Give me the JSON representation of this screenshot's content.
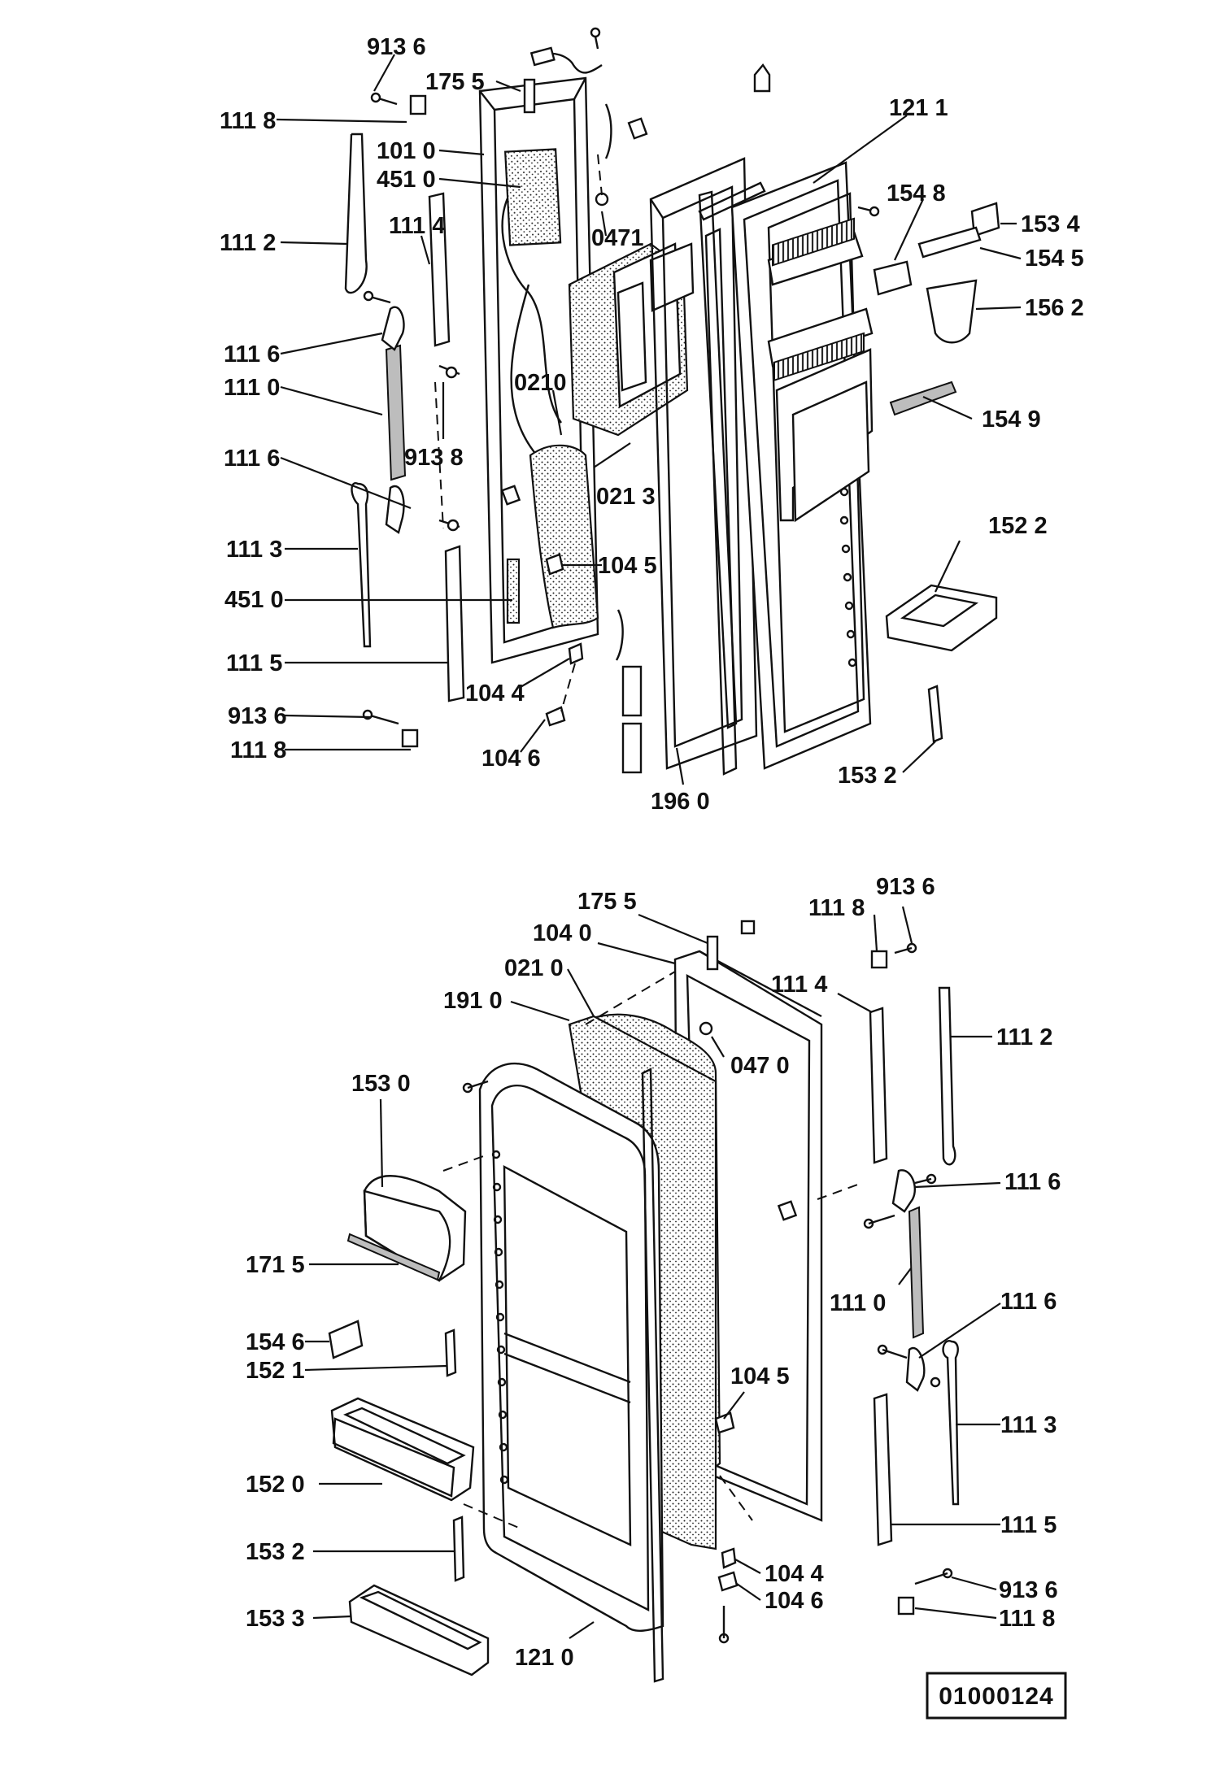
{
  "diagram": {
    "top_labels": [
      {
        "id": "t-9136",
        "text": "913 6"
      },
      {
        "id": "t-1755",
        "text": "175 5"
      },
      {
        "id": "t-1118a",
        "text": "111 8"
      },
      {
        "id": "t-1211",
        "text": "121 1"
      },
      {
        "id": "t-1010",
        "text": "101 0"
      },
      {
        "id": "t-4510a",
        "text": "451 0"
      },
      {
        "id": "t-1548",
        "text": "154 8"
      },
      {
        "id": "t-1534",
        "text": "153 4"
      },
      {
        "id": "t-1114",
        "text": "111 4"
      },
      {
        "id": "t-0471",
        "text": "0471"
      },
      {
        "id": "t-1112",
        "text": "111 2"
      },
      {
        "id": "t-1545",
        "text": "154 5"
      },
      {
        "id": "t-1562",
        "text": "156 2"
      },
      {
        "id": "t-1116a",
        "text": "111 6"
      },
      {
        "id": "t-0210",
        "text": "0210"
      },
      {
        "id": "t-1110",
        "text": "111 0"
      },
      {
        "id": "t-1549",
        "text": "154 9"
      },
      {
        "id": "t-9138",
        "text": "913 8"
      },
      {
        "id": "t-1116b",
        "text": "111 6"
      },
      {
        "id": "t-0213",
        "text": "021 3"
      },
      {
        "id": "t-1522",
        "text": "152 2"
      },
      {
        "id": "t-1113",
        "text": "111 3"
      },
      {
        "id": "t-1045",
        "text": "104 5"
      },
      {
        "id": "t-4510b",
        "text": "451 0"
      },
      {
        "id": "t-1115",
        "text": "111 5"
      },
      {
        "id": "t-1044",
        "text": "104 4"
      },
      {
        "id": "t-9136b",
        "text": "913 6"
      },
      {
        "id": "t-1118b",
        "text": "111 8"
      },
      {
        "id": "t-1046",
        "text": "104 6"
      },
      {
        "id": "t-1532",
        "text": "153 2"
      },
      {
        "id": "t-1960",
        "text": "196 0"
      }
    ],
    "bottom_labels": [
      {
        "id": "b-1755",
        "text": "175 5"
      },
      {
        "id": "b-1118a",
        "text": "111 8"
      },
      {
        "id": "b-9136a",
        "text": "913 6"
      },
      {
        "id": "b-1040",
        "text": "104 0"
      },
      {
        "id": "b-0210",
        "text": "021 0"
      },
      {
        "id": "b-1114",
        "text": "111 4"
      },
      {
        "id": "b-1910",
        "text": "191 0"
      },
      {
        "id": "b-1112",
        "text": "111 2"
      },
      {
        "id": "b-0470",
        "text": "047 0"
      },
      {
        "id": "b-1530",
        "text": "153 0"
      },
      {
        "id": "b-1116a",
        "text": "111 6"
      },
      {
        "id": "b-1715",
        "text": "171 5"
      },
      {
        "id": "b-1110",
        "text": "111 0"
      },
      {
        "id": "b-1116b",
        "text": "111 6"
      },
      {
        "id": "b-1546",
        "text": "154 6"
      },
      {
        "id": "b-1521",
        "text": "152 1"
      },
      {
        "id": "b-1045",
        "text": "104 5"
      },
      {
        "id": "b-1113",
        "text": "111 3"
      },
      {
        "id": "b-1520",
        "text": "152 0"
      },
      {
        "id": "b-1115",
        "text": "111 5"
      },
      {
        "id": "b-1532",
        "text": "153 2"
      },
      {
        "id": "b-1044",
        "text": "104 4"
      },
      {
        "id": "b-1046",
        "text": "104 6"
      },
      {
        "id": "b-9136b",
        "text": "913 6"
      },
      {
        "id": "b-1533",
        "text": "153 3"
      },
      {
        "id": "b-1118b",
        "text": "111 8"
      },
      {
        "id": "b-1210",
        "text": "121 0"
      }
    ],
    "drawing_code": "01000124"
  }
}
